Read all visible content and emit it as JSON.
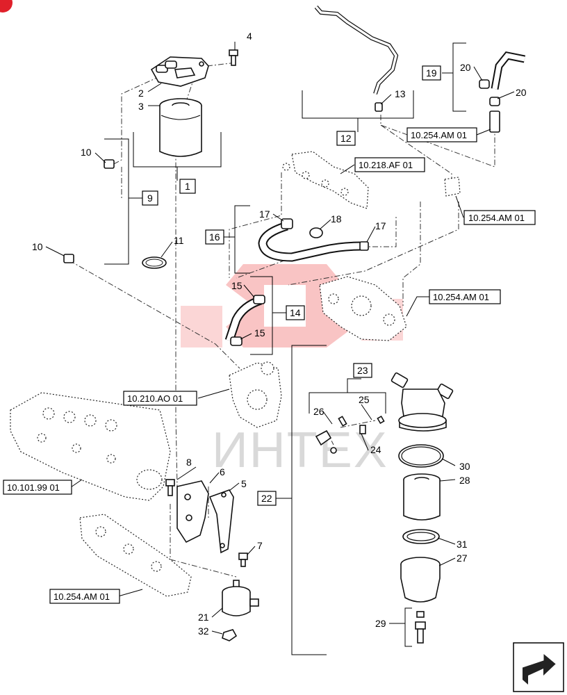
{
  "watermark": {
    "text": "ИНТЕХ",
    "color": "#f05a5a"
  },
  "callouts": [
    "1",
    "2",
    "3",
    "4",
    "5",
    "6",
    "7",
    "8",
    "9",
    "10",
    "10",
    "11",
    "12",
    "13",
    "14",
    "15",
    "15",
    "16",
    "17",
    "17",
    "18",
    "19",
    "20",
    "20",
    "21",
    "22",
    "23",
    "24",
    "25",
    "26",
    "27",
    "28",
    "29",
    "30",
    "31",
    "32"
  ],
  "references": [
    "10.254.AM 01",
    "10.218.AF 01",
    "10.254.AM 01",
    "10.254.AM 01",
    "10.210.AO 01",
    "10.101.99 01",
    "10.254.AM 01"
  ],
  "nav_icon": "next-page-arrow-icon"
}
